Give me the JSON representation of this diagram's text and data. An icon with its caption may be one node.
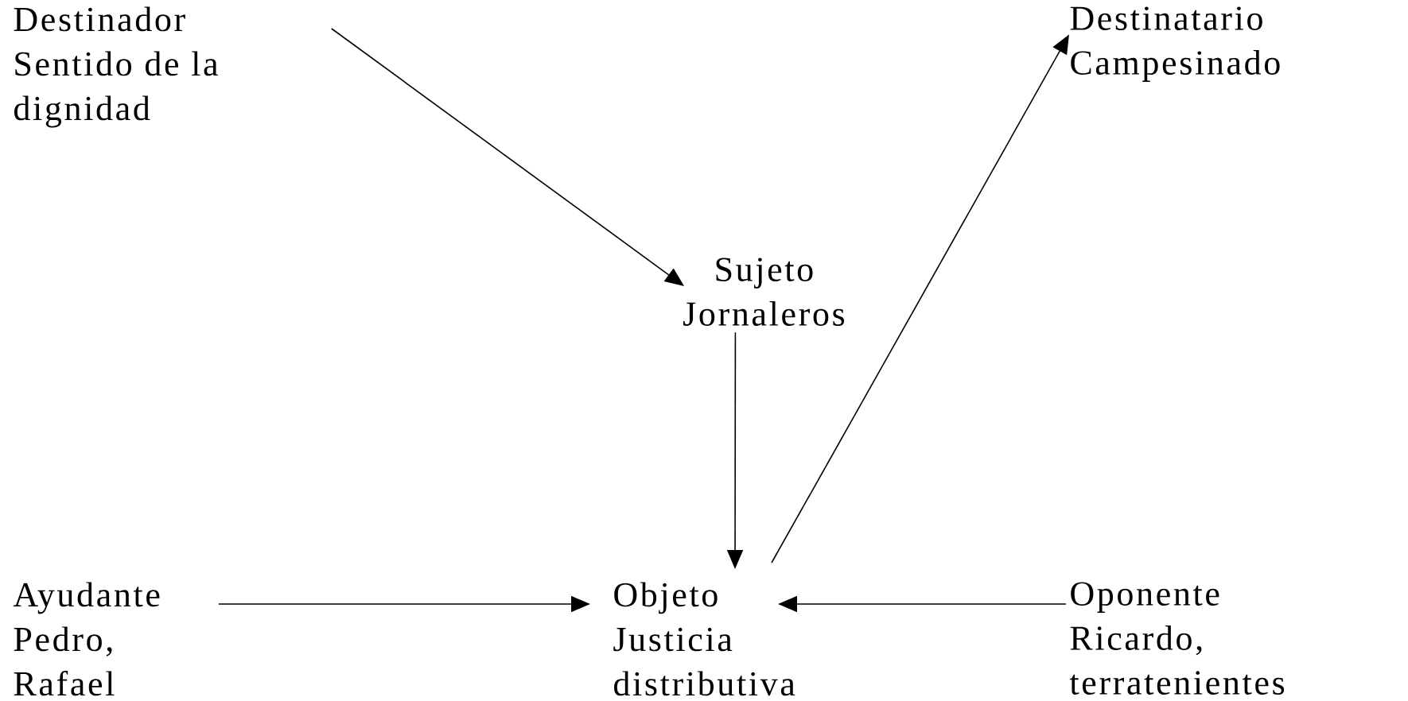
{
  "diagram": {
    "nodes": [
      {
        "text": [
          "Destinador",
          "Sentido de la dignidad"
        ]
      },
      {
        "text": [
          "Destinatario",
          "Campesinado"
        ]
      },
      {
        "text": [
          "Sujeto",
          "Jornaleros"
        ]
      },
      {
        "text": [
          "Ayudante",
          "Pedro, Rafael"
        ]
      },
      {
        "text": [
          "Objeto",
          "Justicia distributiva"
        ]
      },
      {
        "text": [
          "Oponente",
          "Ricardo, terratenientes"
        ]
      }
    ],
    "edges": [
      {
        "from": 0,
        "to": 2,
        "arrow": "to"
      },
      {
        "from": 2,
        "to": 4,
        "arrow": "to"
      },
      {
        "from": 4,
        "to": 1,
        "arrow": "to"
      },
      {
        "from": 3,
        "to": 4,
        "arrow": "to"
      },
      {
        "from": 5,
        "to": 4,
        "arrow": "to"
      }
    ]
  }
}
